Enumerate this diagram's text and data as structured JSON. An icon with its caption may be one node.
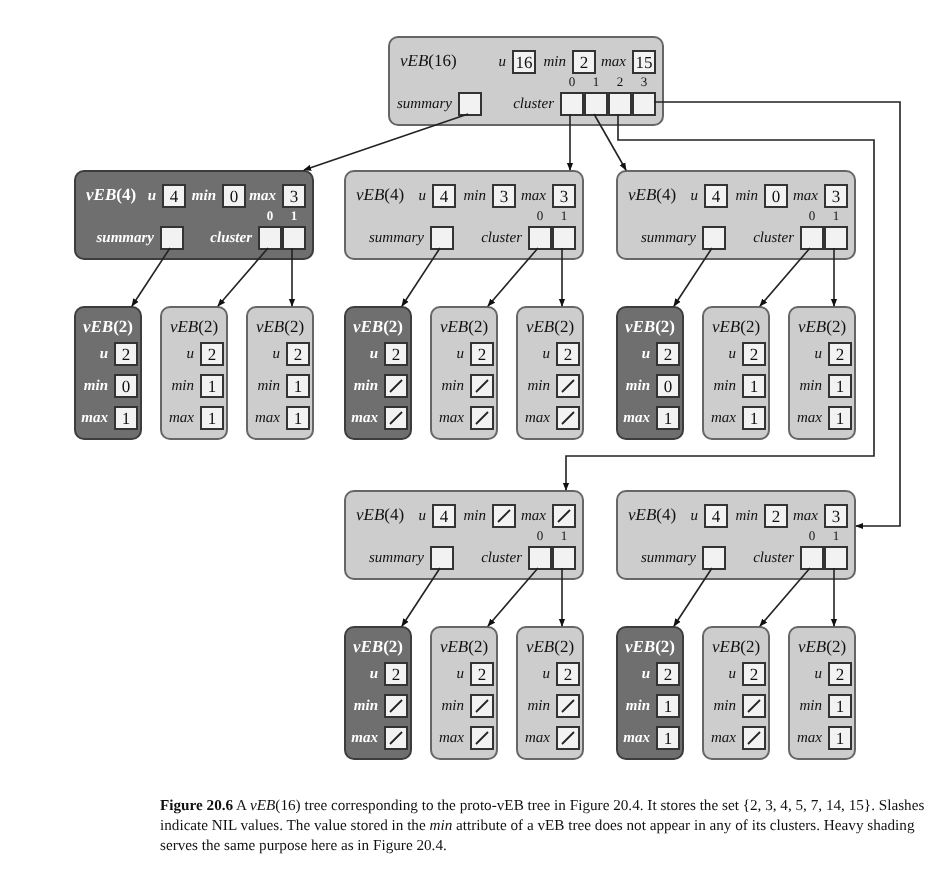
{
  "diagram": {
    "caption": "**Figure 20.6** A *vEB*(16) tree corresponding to the proto-vEB tree in Figure 20.4. It stores the set {2, 3, 4, 5, 7, 14, 15}. Slashes indicate NIL values. The value stored in the *min* attribute of a vEB tree does not appear in any of its clusters. Heavy shading serves the same purpose here as in Figure 20.4.",
    "nodes": [
      {
        "text": [
          "*vEB*(16)"
        ]
      },
      {
        "text": [
          "16"
        ],
        "beside": [
          "u"
        ],
        "in": 0
      },
      {
        "text": [
          "2"
        ],
        "beside": [
          "min"
        ],
        "in": 0
      },
      {
        "text": [
          "15"
        ],
        "beside": [
          "max"
        ],
        "in": 0
      },
      {
        "text": [],
        "shape": "box",
        "beside": [
          "summary"
        ],
        "in": 0
      },
      {
        "text": [],
        "shape": "box",
        "beside": [
          "cluster",
          "0"
        ],
        "in": 0
      },
      {
        "text": [],
        "shape": "box",
        "beside": [
          "1"
        ],
        "in": 0
      },
      {
        "text": [],
        "shape": "box",
        "beside": [
          "2"
        ],
        "in": 0
      },
      {
        "text": [],
        "shape": "box",
        "beside": [
          "3"
        ],
        "in": 0
      },
      {
        "text": [
          "*vEB*(4)"
        ]
      },
      {
        "text": [
          "4"
        ],
        "beside": [
          "u"
        ],
        "in": 9
      },
      {
        "text": [
          "0"
        ],
        "beside": [
          "min"
        ],
        "in": 9
      },
      {
        "text": [
          "3"
        ],
        "beside": [
          "max"
        ],
        "in": 9
      },
      {
        "text": [],
        "shape": "box",
        "beside": [
          "summary"
        ],
        "in": 9
      },
      {
        "text": [],
        "shape": "box",
        "beside": [
          "cluster",
          "0"
        ],
        "in": 9
      },
      {
        "text": [],
        "shape": "box",
        "beside": [
          "1"
        ],
        "in": 9
      },
      {
        "text": [
          "*vEB*(4)"
        ]
      },
      {
        "text": [
          "4"
        ],
        "beside": [
          "u"
        ],
        "in": 16
      },
      {
        "text": [
          "3"
        ],
        "beside": [
          "min"
        ],
        "in": 16
      },
      {
        "text": [
          "3"
        ],
        "beside": [
          "max"
        ],
        "in": 16
      },
      {
        "text": [],
        "shape": "box",
        "beside": [
          "summary"
        ],
        "in": 16
      },
      {
        "text": [],
        "shape": "box",
        "beside": [
          "cluster",
          "0"
        ],
        "in": 16
      },
      {
        "text": [],
        "shape": "box",
        "beside": [
          "1"
        ],
        "in": 16
      },
      {
        "text": [
          "*vEB*(4)"
        ]
      },
      {
        "text": [
          "4"
        ],
        "beside": [
          "u"
        ],
        "in": 23
      },
      {
        "text": [
          "0"
        ],
        "beside": [
          "min"
        ],
        "in": 23
      },
      {
        "text": [
          "3"
        ],
        "beside": [
          "max"
        ],
        "in": 23
      },
      {
        "text": [],
        "shape": "box",
        "beside": [
          "summary"
        ],
        "in": 23
      },
      {
        "text": [],
        "shape": "box",
        "beside": [
          "cluster",
          "0"
        ],
        "in": 23
      },
      {
        "text": [],
        "shape": "box",
        "beside": [
          "1"
        ],
        "in": 23
      },
      {
        "text": [
          "*vEB*(2)"
        ]
      },
      {
        "text": [
          "2"
        ],
        "beside": [
          "u"
        ],
        "in": 30
      },
      {
        "text": [
          "0"
        ],
        "beside": [
          "min"
        ],
        "in": 30
      },
      {
        "text": [
          "1"
        ],
        "beside": [
          "max"
        ],
        "in": 30
      },
      {
        "text": [
          "*vEB*(2)"
        ]
      },
      {
        "text": [
          "2"
        ],
        "beside": [
          "u"
        ],
        "in": 34
      },
      {
        "text": [
          "1"
        ],
        "beside": [
          "min"
        ],
        "in": 34
      },
      {
        "text": [
          "1"
        ],
        "beside": [
          "max"
        ],
        "in": 34
      },
      {
        "text": [
          "*vEB*(2)"
        ]
      },
      {
        "text": [
          "2"
        ],
        "beside": [
          "u"
        ],
        "in": 38
      },
      {
        "text": [
          "1"
        ],
        "beside": [
          "min"
        ],
        "in": 38
      },
      {
        "text": [
          "1"
        ],
        "beside": [
          "max"
        ],
        "in": 38
      },
      {
        "text": [
          "*vEB*(2)"
        ]
      },
      {
        "text": [
          "2"
        ],
        "beside": [
          "u"
        ],
        "in": 42
      },
      {
        "text": [],
        "shape": "box",
        "beside": [
          "min"
        ],
        "in": 42
      },
      {
        "text": [],
        "shape": "box",
        "beside": [
          "max"
        ],
        "in": 42
      },
      {
        "text": [
          "*vEB*(2)"
        ]
      },
      {
        "text": [
          "2"
        ],
        "beside": [
          "u"
        ],
        "in": 46
      },
      {
        "text": [],
        "shape": "box",
        "beside": [
          "min"
        ],
        "in": 46
      },
      {
        "text": [],
        "shape": "box",
        "beside": [
          "max"
        ],
        "in": 46
      },
      {
        "text": [
          "*vEB*(2)"
        ]
      },
      {
        "text": [
          "2"
        ],
        "beside": [
          "u"
        ],
        "in": 50
      },
      {
        "text": [],
        "shape": "box",
        "beside": [
          "min"
        ],
        "in": 50
      },
      {
        "text": [],
        "shape": "box",
        "beside": [
          "max"
        ],
        "in": 50
      },
      {
        "text": [
          "*vEB*(2)"
        ]
      },
      {
        "text": [
          "2"
        ],
        "beside": [
          "u"
        ],
        "in": 54
      },
      {
        "text": [
          "0"
        ],
        "beside": [
          "min"
        ],
        "in": 54
      },
      {
        "text": [
          "1"
        ],
        "beside": [
          "max"
        ],
        "in": 54
      },
      {
        "text": [
          "*vEB*(2)"
        ]
      },
      {
        "text": [
          "2"
        ],
        "beside": [
          "u"
        ],
        "in": 58
      },
      {
        "text": [
          "1"
        ],
        "beside": [
          "min"
        ],
        "in": 58
      },
      {
        "text": [
          "1"
        ],
        "beside": [
          "max"
        ],
        "in": 58
      },
      {
        "text": [
          "*vEB*(2)"
        ]
      },
      {
        "text": [
          "2"
        ],
        "beside": [
          "u"
        ],
        "in": 62
      },
      {
        "text": [
          "1"
        ],
        "beside": [
          "min"
        ],
        "in": 62
      },
      {
        "text": [
          "1"
        ],
        "beside": [
          "max"
        ],
        "in": 62
      },
      {
        "text": [
          "*vEB*(4)"
        ]
      },
      {
        "text": [
          "4"
        ],
        "beside": [
          "u"
        ],
        "in": 66
      },
      {
        "text": [],
        "shape": "box",
        "beside": [
          "min"
        ],
        "in": 66
      },
      {
        "text": [],
        "shape": "box",
        "beside": [
          "max"
        ],
        "in": 66
      },
      {
        "text": [],
        "shape": "box",
        "beside": [
          "summary"
        ],
        "in": 66
      },
      {
        "text": [],
        "shape": "box",
        "beside": [
          "cluster",
          "0"
        ],
        "in": 66
      },
      {
        "text": [],
        "shape": "box",
        "beside": [
          "1"
        ],
        "in": 66
      },
      {
        "text": [
          "*vEB*(4)"
        ]
      },
      {
        "text": [
          "4"
        ],
        "beside": [
          "u"
        ],
        "in": 73
      },
      {
        "text": [
          "2"
        ],
        "beside": [
          "min"
        ],
        "in": 73
      },
      {
        "text": [
          "3"
        ],
        "beside": [
          "max"
        ],
        "in": 73
      },
      {
        "text": [],
        "shape": "box",
        "beside": [
          "summary"
        ],
        "in": 73
      },
      {
        "text": [],
        "shape": "box",
        "beside": [
          "cluster",
          "0"
        ],
        "in": 73
      },
      {
        "text": [],
        "shape": "box",
        "beside": [
          "1"
        ],
        "in": 73
      },
      {
        "text": [
          "*vEB*(2)"
        ]
      },
      {
        "text": [
          "2"
        ],
        "beside": [
          "u"
        ],
        "in": 80
      },
      {
        "text": [],
        "shape": "box",
        "beside": [
          "min"
        ],
        "in": 80
      },
      {
        "text": [],
        "shape": "box",
        "beside": [
          "max"
        ],
        "in": 80
      },
      {
        "text": [
          "*vEB*(2)"
        ]
      },
      {
        "text": [
          "2"
        ],
        "beside": [
          "u"
        ],
        "in": 84
      },
      {
        "text": [],
        "shape": "box",
        "beside": [
          "min"
        ],
        "in": 84
      },
      {
        "text": [],
        "shape": "box",
        "beside": [
          "max"
        ],
        "in": 84
      },
      {
        "text": [
          "*vEB*(2)"
        ]
      },
      {
        "text": [
          "2"
        ],
        "beside": [
          "u"
        ],
        "in": 88
      },
      {
        "text": [],
        "shape": "box",
        "beside": [
          "min"
        ],
        "in": 88
      },
      {
        "text": [],
        "shape": "box",
        "beside": [
          "max"
        ],
        "in": 88
      },
      {
        "text": [
          "*vEB*(2)"
        ]
      },
      {
        "text": [
          "2"
        ],
        "beside": [
          "u"
        ],
        "in": 92
      },
      {
        "text": [
          "1"
        ],
        "beside": [
          "min"
        ],
        "in": 92
      },
      {
        "text": [
          "1"
        ],
        "beside": [
          "max"
        ],
        "in": 92
      },
      {
        "text": [
          "*vEB*(2)"
        ]
      },
      {
        "text": [
          "2"
        ],
        "beside": [
          "u"
        ],
        "in": 96
      },
      {
        "text": [],
        "shape": "box",
        "beside": [
          "min"
        ],
        "in": 96
      },
      {
        "text": [],
        "shape": "box",
        "beside": [
          "max"
        ],
        "in": 96
      },
      {
        "text": [
          "*vEB*(2)"
        ]
      },
      {
        "text": [
          "2"
        ],
        "beside": [
          "u"
        ],
        "in": 100
      },
      {
        "text": [
          "1"
        ],
        "beside": [
          "min"
        ],
        "in": 100
      },
      {
        "text": [
          "1"
        ],
        "beside": [
          "max"
        ],
        "in": 100
      }
    ],
    "edges": [
      {
        "from": 4,
        "to": 9,
        "arrow": "to"
      },
      {
        "from": 5,
        "to": 16,
        "arrow": "to"
      },
      {
        "from": 6,
        "to": 23,
        "arrow": "to"
      },
      {
        "from": 7,
        "to": 66,
        "arrow": "to"
      },
      {
        "from": 8,
        "to": 73,
        "arrow": "to"
      },
      {
        "from": 13,
        "to": 30,
        "arrow": "to"
      },
      {
        "from": 14,
        "to": 34,
        "arrow": "to"
      },
      {
        "from": 15,
        "to": 38,
        "arrow": "to"
      },
      {
        "from": 20,
        "to": 42,
        "arrow": "to"
      },
      {
        "from": 21,
        "to": 46,
        "arrow": "to"
      },
      {
        "from": 22,
        "to": 50,
        "arrow": "to"
      },
      {
        "from": 27,
        "to": 54,
        "arrow": "to"
      },
      {
        "from": 28,
        "to": 58,
        "arrow": "to"
      },
      {
        "from": 29,
        "to": 62,
        "arrow": "to"
      },
      {
        "from": 70,
        "to": 80,
        "arrow": "to"
      },
      {
        "from": 71,
        "to": 84,
        "arrow": "to"
      },
      {
        "from": 72,
        "to": 88,
        "arrow": "to"
      },
      {
        "from": 77,
        "to": 92,
        "arrow": "to"
      },
      {
        "from": 78,
        "to": 96,
        "arrow": "to"
      },
      {
        "from": 79,
        "to": 100,
        "arrow": "to"
      }
    ]
  }
}
